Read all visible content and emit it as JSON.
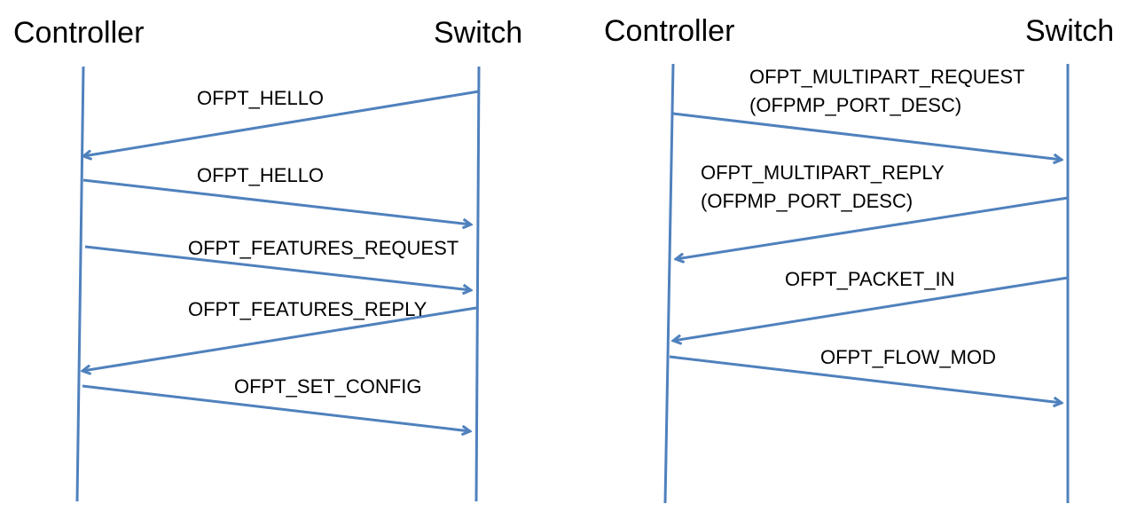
{
  "colors": {
    "line": "#4f81bd",
    "text": "#000000",
    "background": "#ffffff"
  },
  "left_diagram": {
    "controller_label": "Controller",
    "switch_label": "Switch",
    "messages": [
      {
        "label": "OFPT_HELLO"
      },
      {
        "label": "OFPT_HELLO"
      },
      {
        "label": "OFPT_FEATURES_REQUEST"
      },
      {
        "label": "OFPT_FEATURES_REPLY"
      },
      {
        "label": "OFPT_SET_CONFIG"
      }
    ]
  },
  "right_diagram": {
    "controller_label": "Controller",
    "switch_label": "Switch",
    "messages": [
      {
        "label_lines": [
          "OFPT_MULTIPART_REQUEST",
          "(OFPMP_PORT_DESC)"
        ]
      },
      {
        "label_lines": [
          "OFPT_MULTIPART_REPLY",
          "(OFPMP_PORT_DESC)"
        ]
      },
      {
        "label": "OFPT_PACKET_IN"
      },
      {
        "label": "OFPT_FLOW_MOD"
      }
    ]
  }
}
